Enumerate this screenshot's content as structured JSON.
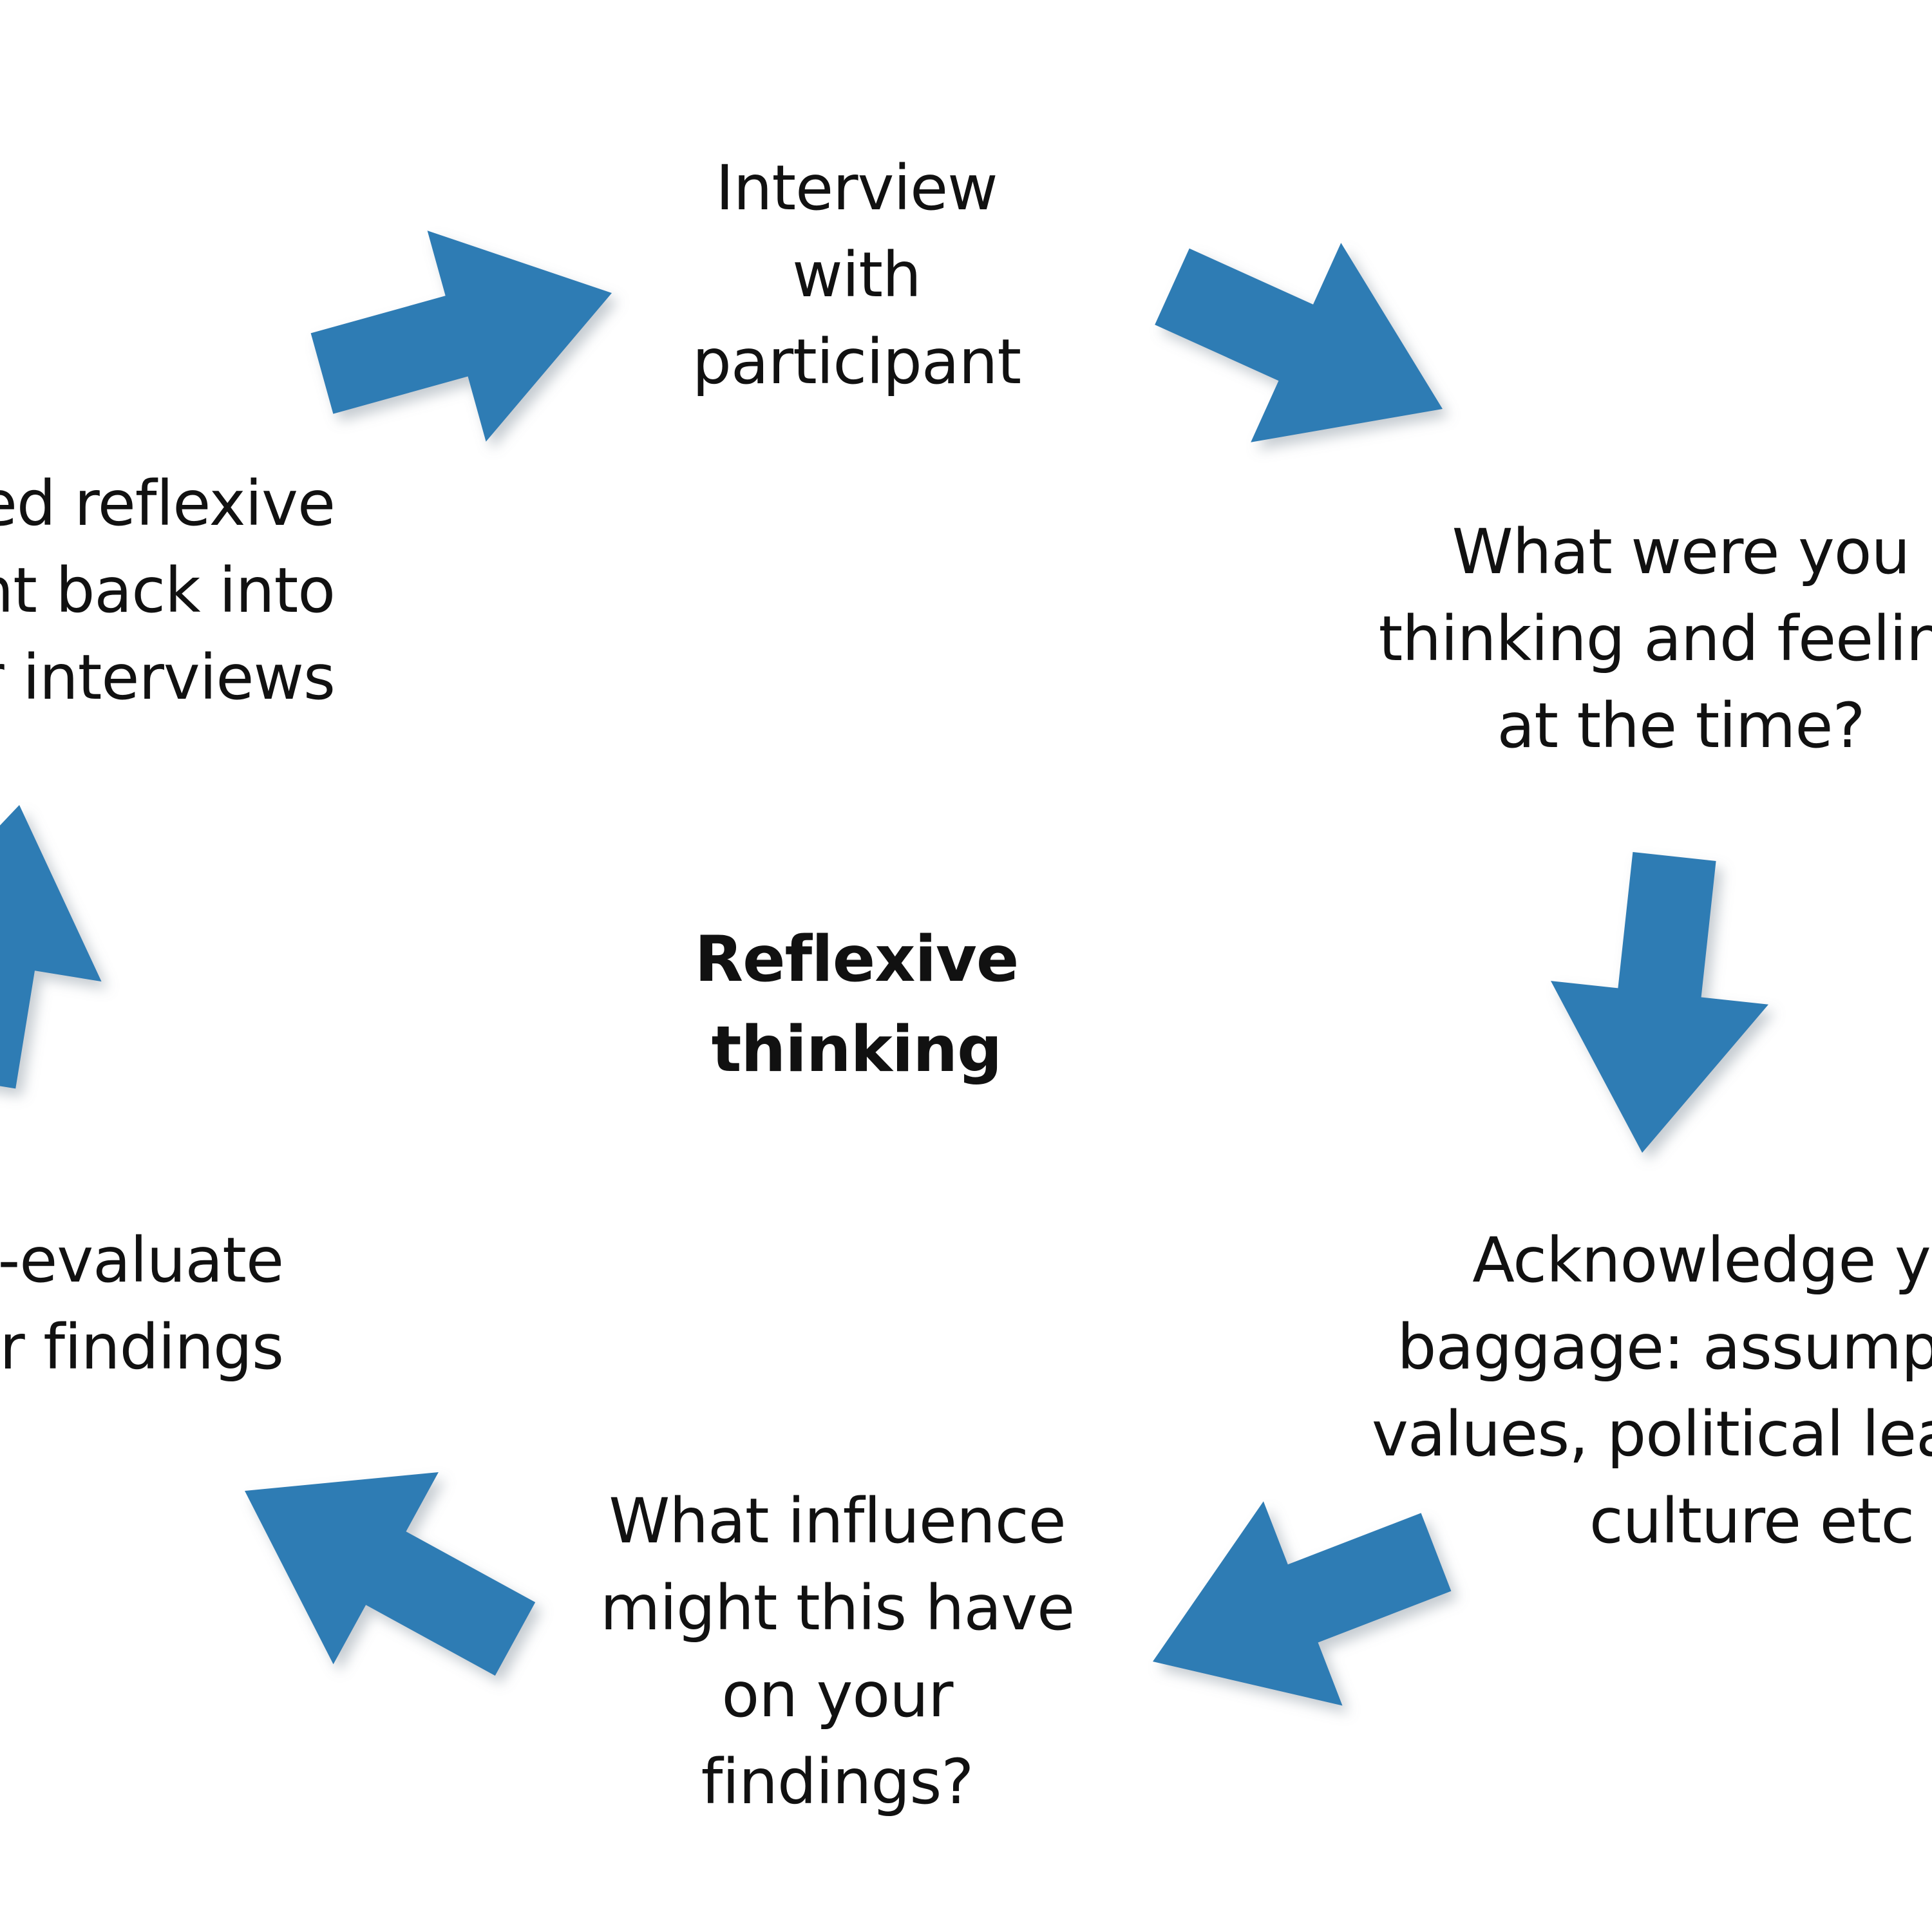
{
  "colors": {
    "arrow": "#2e7bb4",
    "arrow_shadow": "#9db8cc",
    "text": "#111111",
    "background": "#ffffff"
  },
  "center": {
    "lines": [
      "Reflexive",
      "thinking"
    ]
  },
  "steps": [
    {
      "lines": [
        "Interview",
        "with",
        "participant"
      ]
    },
    {
      "lines": [
        "What were you",
        "thinking and feeling",
        "at the time?"
      ]
    },
    {
      "lines": [
        "Acknowledge your",
        "baggage: assumptions,",
        "values, political leanings,",
        "culture etc"
      ]
    },
    {
      "lines": [
        "What influence",
        "might this have",
        "on your",
        "findings?"
      ]
    },
    {
      "lines": [
        "Re-evaluate",
        "your findings"
      ]
    },
    {
      "lines": [
        "Feed reflexive",
        "insight back into",
        "further interviews"
      ]
    }
  ],
  "arrows": [
    {
      "name": "arrow-to-interview",
      "direction": "up-right"
    },
    {
      "name": "arrow-to-thinking-feeling",
      "direction": "down-right"
    },
    {
      "name": "arrow-to-acknowledge",
      "direction": "down"
    },
    {
      "name": "arrow-to-influence",
      "direction": "down-left"
    },
    {
      "name": "arrow-to-re-evaluate",
      "direction": "up-left"
    },
    {
      "name": "arrow-to-feed-back",
      "direction": "up"
    }
  ]
}
